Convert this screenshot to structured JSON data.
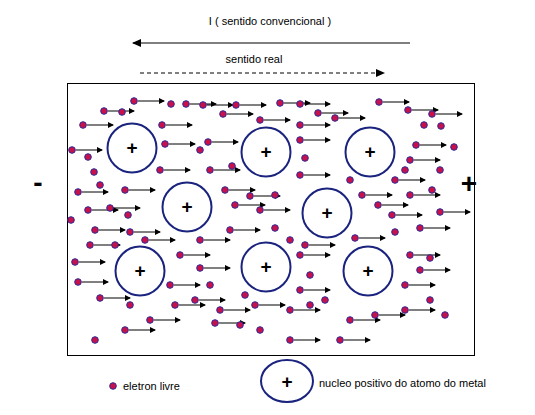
{
  "diagram": {
    "nodes": [
      {
        "text": [
          "+"
        ]
      },
      {
        "text": [
          "+"
        ]
      },
      {
        "text": [
          "+"
        ]
      },
      {
        "text": [
          "+"
        ]
      },
      {
        "text": [
          "+"
        ]
      },
      {
        "text": [
          "+"
        ]
      },
      {
        "text": [
          "+"
        ]
      },
      {
        "text": [
          "+"
        ]
      }
    ],
    "labels": [
      "I ( sentido convencional )",
      "sentido real",
      "-",
      "+",
      "+"
    ],
    "legend": [
      {
        "text": "eletron livre"
      },
      {
        "text": "nucleo positivo do atomo do metal"
      }
    ]
  }
}
